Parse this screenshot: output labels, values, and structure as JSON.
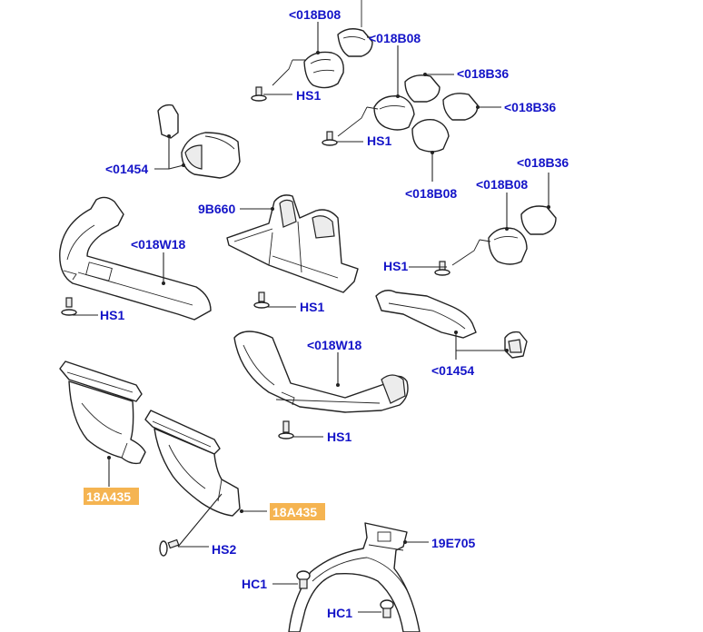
{
  "labels": {
    "top_018b08": "<018B08",
    "mid_018b08": "<018B08",
    "right_018b36_a": "<018B36",
    "right_018b36_b": "<018B36",
    "hs1_top": "HS1",
    "hs1_mid": "HS1",
    "bottom_018b08": "<018B08",
    "left_01454": "<01454",
    "far_018b36": "<018B36",
    "far_018b08": "<018B08",
    "part_9b660": "9B660",
    "left_018w18": "<018W18",
    "hs1_right": "HS1",
    "hs1_center": "HS1",
    "hs1_left": "HS1",
    "center_018w18": "<018W18",
    "right_01454": "<01454",
    "hs1_lower": "HS1",
    "duct_18a435_a": "18A435",
    "duct_18a435_b": "18A435",
    "hs2": "HS2",
    "part_19e705": "19E705",
    "hc1_a": "HC1",
    "hc1_b": "HC1"
  },
  "colors": {
    "label_text": "#1414c8",
    "highlight_fill": "#f5b451",
    "highlight_text": "#ffffff",
    "line": "#222222"
  }
}
